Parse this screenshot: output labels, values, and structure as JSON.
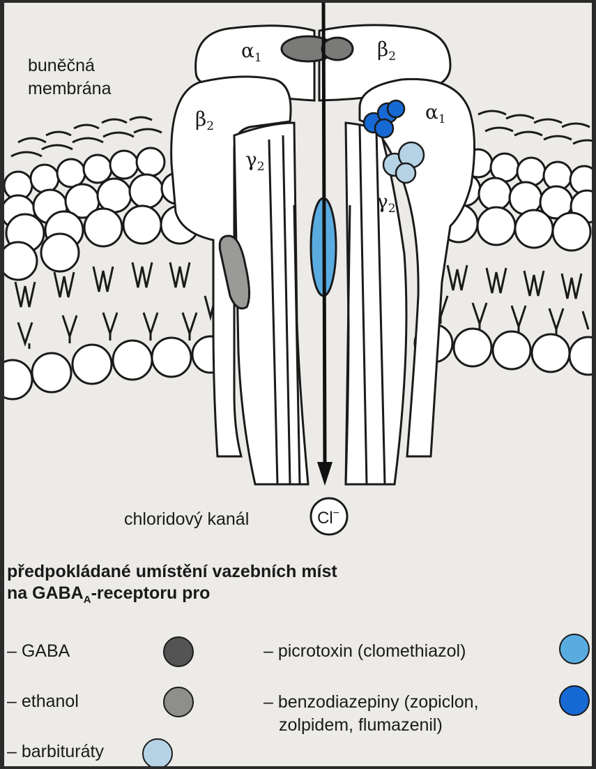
{
  "labels": {
    "membrane_line1": "buněčná",
    "membrane_line2": "membrána",
    "channel": "chloridový kanál",
    "ion": "Cl",
    "ion_sup": "−"
  },
  "subunits": {
    "alpha_top": "α",
    "alpha_top_sub": "1",
    "beta_top": "β",
    "beta_top_sub": "2",
    "beta_left": "β",
    "beta_left_sub": "2",
    "alpha_right": "α",
    "alpha_right_sub": "1",
    "gamma_left": "γ",
    "gamma_left_sub": "2",
    "gamma_right": "γ",
    "gamma_right_sub": "2"
  },
  "heading": {
    "line1": "předpokládané umístění vazebních míst",
    "line2_pre": "na GABA",
    "line2_sub": "A",
    "line2_post": "-receptoru pro"
  },
  "legend": [
    {
      "label": "– GABA",
      "color": "#545454"
    },
    {
      "label": "– ethanol",
      "color": "#8e8e8c"
    },
    {
      "label": "– barbituráty",
      "color": "#b6d3e6"
    },
    {
      "label": "– picrotoxin (clomethiazol)",
      "color": "#5aace0"
    },
    {
      "label": "– benzodiazepiny (zopiclon,",
      "label2": "zolpidem, flumazenil)",
      "color": "#1769d4"
    }
  ]
}
